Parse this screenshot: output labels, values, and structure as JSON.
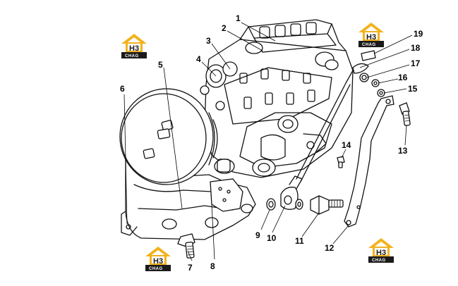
{
  "logo": {
    "brand": "H3",
    "sub": "CHAG",
    "colors": {
      "roof": "#f2b21d",
      "badge": "#1a1a1a",
      "text": "#ffffff"
    }
  },
  "callouts": {
    "c1": "1",
    "c2": "2",
    "c3": "3",
    "c4": "4",
    "c5": "5",
    "c6": "6",
    "c7": "7",
    "c8": "8",
    "c9": "9",
    "c10": "10",
    "c11": "11",
    "c12": "12",
    "c13": "13",
    "c14": "14",
    "c15": "15",
    "c16": "16",
    "c17": "17",
    "c18": "18",
    "c19": "19"
  }
}
